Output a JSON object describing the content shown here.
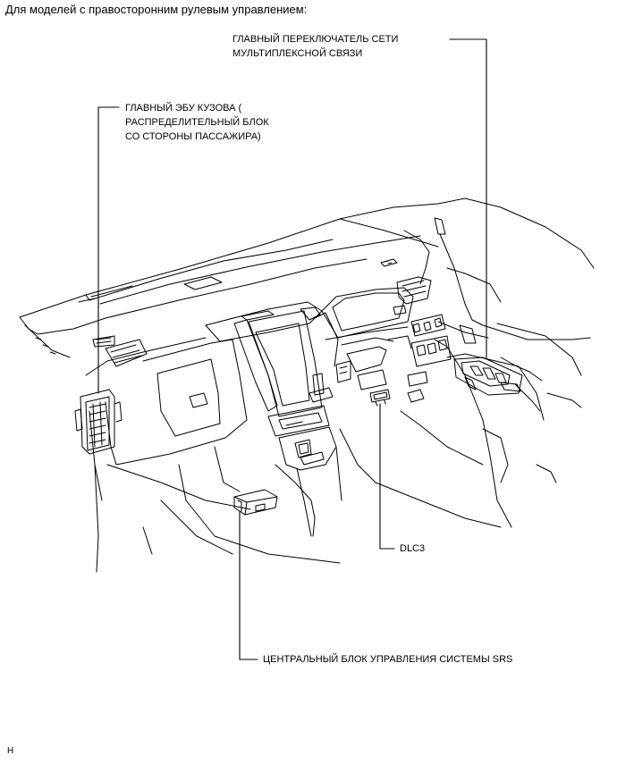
{
  "heading": "Для моделей с правосторонним рулевым управлением:",
  "labels": {
    "main_switch_line1": "ГЛАВНЫЙ ПЕРЕКЛЮЧАТЕЛЬ СЕТИ",
    "main_switch_line2": "МУЛЬТИПЛЕКСНОЙ СВЯЗИ",
    "body_ecu_line1": "ГЛАВНЫЙ ЭБУ КУЗОВА (",
    "body_ecu_line2": "РАСПРЕДЕЛИТЕЛЬНЫЙ БЛОК",
    "body_ecu_line3": "СО СТОРОНЫ ПАССАЖИРА)",
    "dlc3": "DLC3",
    "srs": "ЦЕНТРАЛЬНЫЙ БЛОК УПРАВЛЕНИЯ СИСТЕМЫ SRS"
  },
  "footer_code": "H"
}
